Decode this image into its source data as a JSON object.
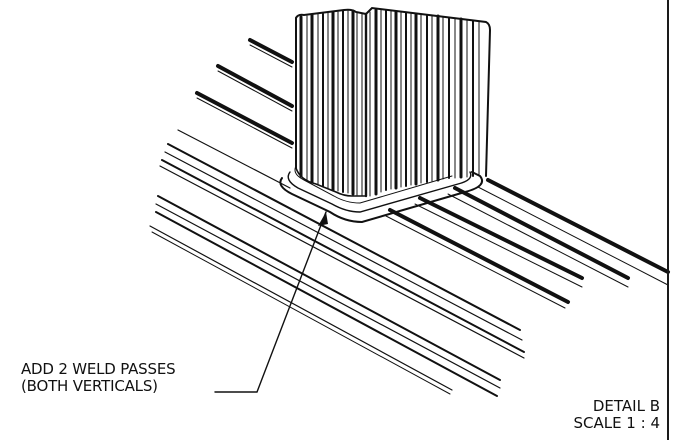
{
  "callout": {
    "line1": "ADD 2 WELD PASSES",
    "line2": "(BOTH VERTICALS)"
  },
  "detail": {
    "title": "DETAIL B",
    "scale": "SCALE 1 : 4"
  },
  "colors": {
    "ink": "#111111",
    "paper": "#ffffff"
  }
}
